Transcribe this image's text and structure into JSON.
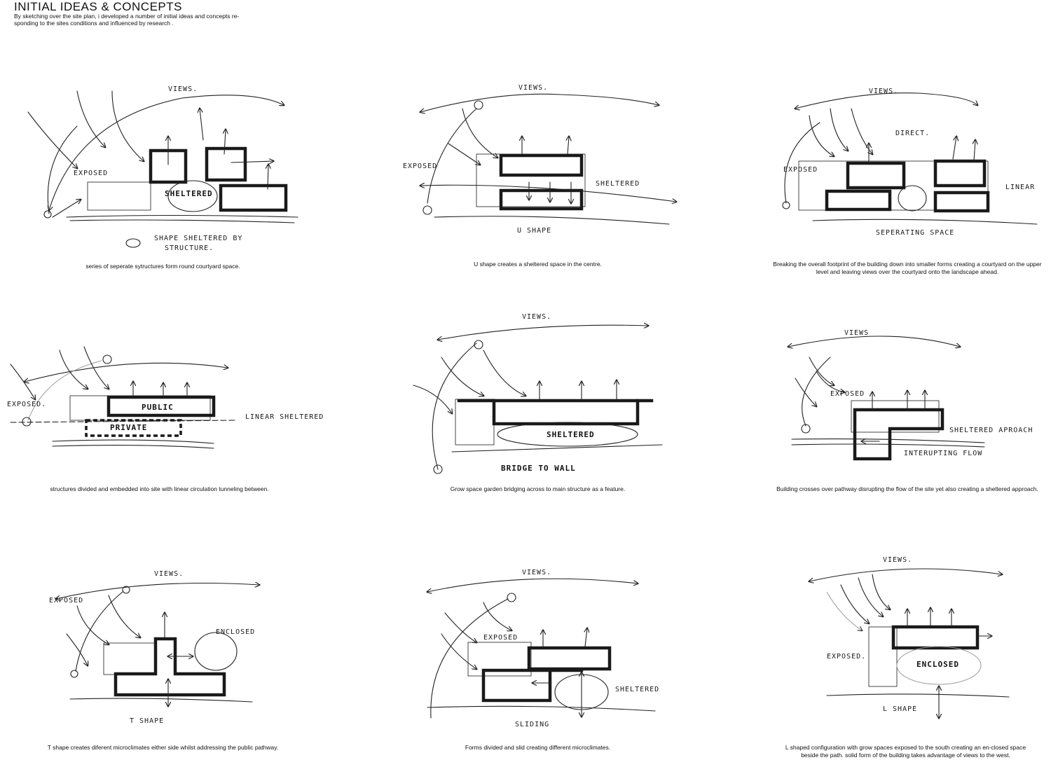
{
  "header": {
    "title": "INITIAL IDEAS & CONCEPTS",
    "intro": "By sketching over the site plan, i developed a number of initial ideas and concepts re-sponding to the sites conditions and influenced by research ."
  },
  "sketches": [
    {
      "labels": {
        "views": "VIEWS.",
        "exposed": "EXPOSED",
        "sheltered": "SHELTERED",
        "legend": "SHAPE SHELTERED BY",
        "legend2": "STRUCTURE."
      },
      "caption": "series of seperate sytructures form round courtyard space."
    },
    {
      "labels": {
        "views": "VIEWS.",
        "exposed": "EXPOSED",
        "sheltered": "SHELTERED",
        "shape": "U SHAPE"
      },
      "caption": "U shape creates a sheltered space in the centre."
    },
    {
      "labels": {
        "views": "VIEWS.",
        "direct": "DIRECT.",
        "exposed": "EXPOSED",
        "linear": "LINEAR",
        "space": "SEPERATING SPACE"
      },
      "caption": "Breaking the overall footprint of the building down into smaller forms creating a courtyard on the upper level and leaving views over the courtyard onto the landscape ahead."
    },
    {
      "labels": {
        "exposed": "EXPOSED.",
        "public": "PUBLIC",
        "private": "PRIVATE",
        "linear": "LINEAR SHELTERED"
      },
      "caption": "structures divided and embedded into site with linear circulation tunneling between."
    },
    {
      "labels": {
        "views": "VIEWS.",
        "sheltered": "SHELTERED",
        "bridge": "BRIDGE TO WALL"
      },
      "caption": "Grow space garden bridging across to main structure as a feature."
    },
    {
      "labels": {
        "views": "VIEWS",
        "exposed": "EXPOSED",
        "approach": "SHELTERED APROACH",
        "flow": "INTERUPTING FLOW"
      },
      "caption": "Building crosses over pathway disrupting the flow of the site yet also creating a sheltered approach."
    },
    {
      "labels": {
        "views": "VIEWS.",
        "exposed": "EXPOSED",
        "enclosed": "ENCLOSED",
        "shape": "T SHAPE"
      },
      "caption": "T shape creates diferent microclimates either side whilst addressing the public pathway."
    },
    {
      "labels": {
        "views": "VIEWS.",
        "exposed": "EXPOSED",
        "sheltered": "SHELTERED",
        "sliding": "SLIDING"
      },
      "caption": "Forms divided and slid creating different microclimates."
    },
    {
      "labels": {
        "views": "VIEWS.",
        "exposed": "EXPOSED.",
        "enclosed": "ENCLOSED",
        "shape": "L SHAPE"
      },
      "caption": "L shaped configuration with grow spaces exposed to the south creating an en-closed space beside the path. solid form of the building takes advantage of views to the west."
    }
  ]
}
